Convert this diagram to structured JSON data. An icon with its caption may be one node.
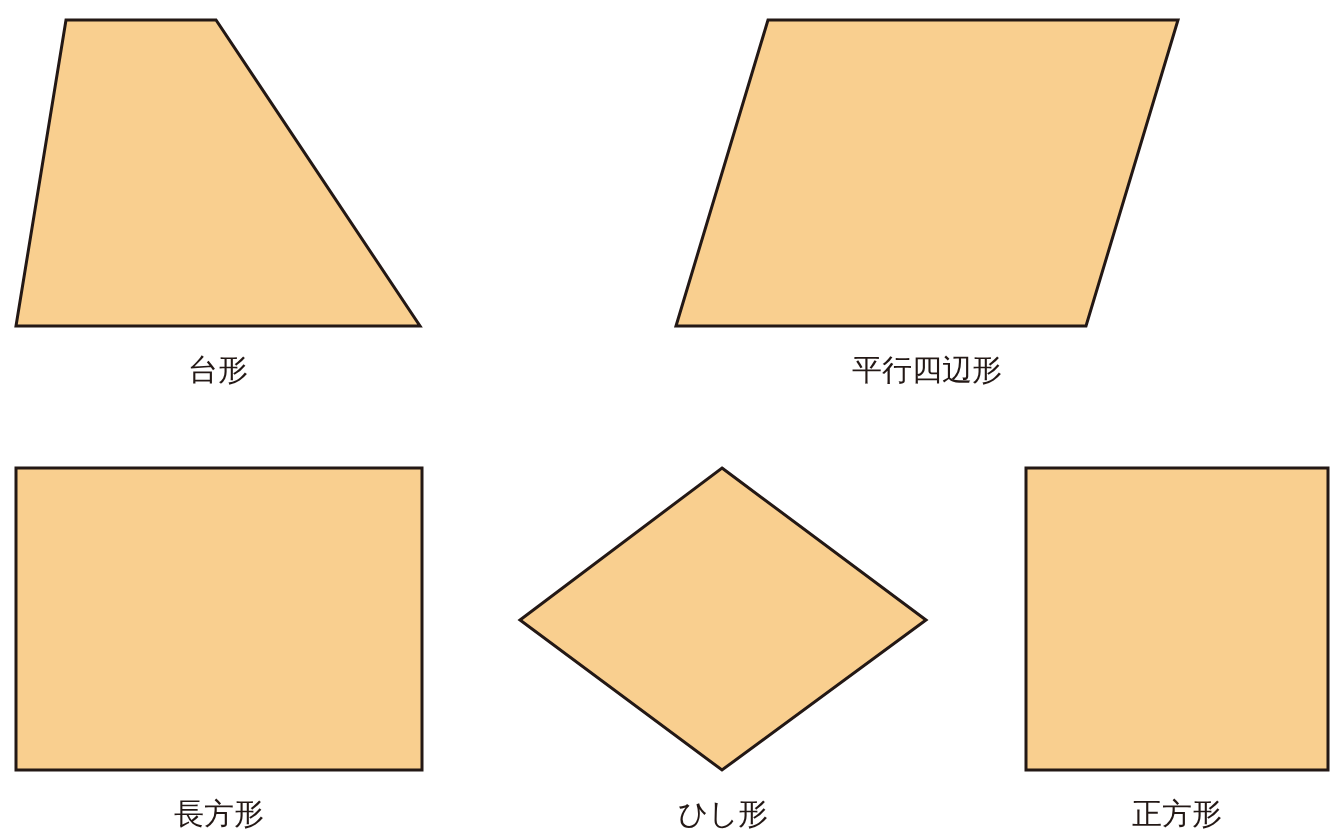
{
  "diagram": {
    "nodes": [
      {
        "text": [
          "台形"
        ]
      },
      {
        "text": [
          "平行四辺形"
        ]
      },
      {
        "text": [
          "長方形"
        ]
      },
      {
        "text": [
          "ひし形"
        ]
      },
      {
        "text": [
          "正方形"
        ]
      }
    ]
  }
}
